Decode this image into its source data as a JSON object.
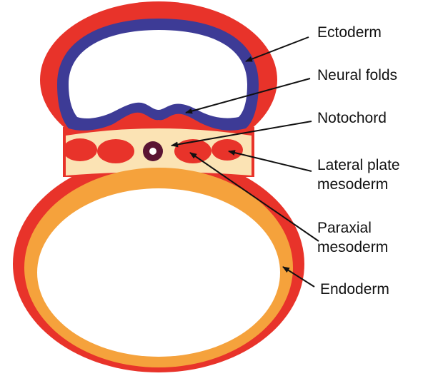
{
  "colors": {
    "ectoderm_outer": "#e8332a",
    "neural_blue": "#3d3b96",
    "mesenchyme_cream": "#fbe3b4",
    "endoderm_orange": "#f5a23c",
    "notochord_ring": "#5a1433",
    "white": "#ffffff"
  },
  "labels": {
    "ectoderm": "Ectoderm",
    "neural_folds": "Neural folds",
    "notochord": "Notochord",
    "lateral_plate_1": "Lateral plate",
    "lateral_plate_2": "mesoderm",
    "paraxial_1": "Paraxial",
    "paraxial_2": "mesoderm",
    "endoderm": "Endoderm"
  }
}
